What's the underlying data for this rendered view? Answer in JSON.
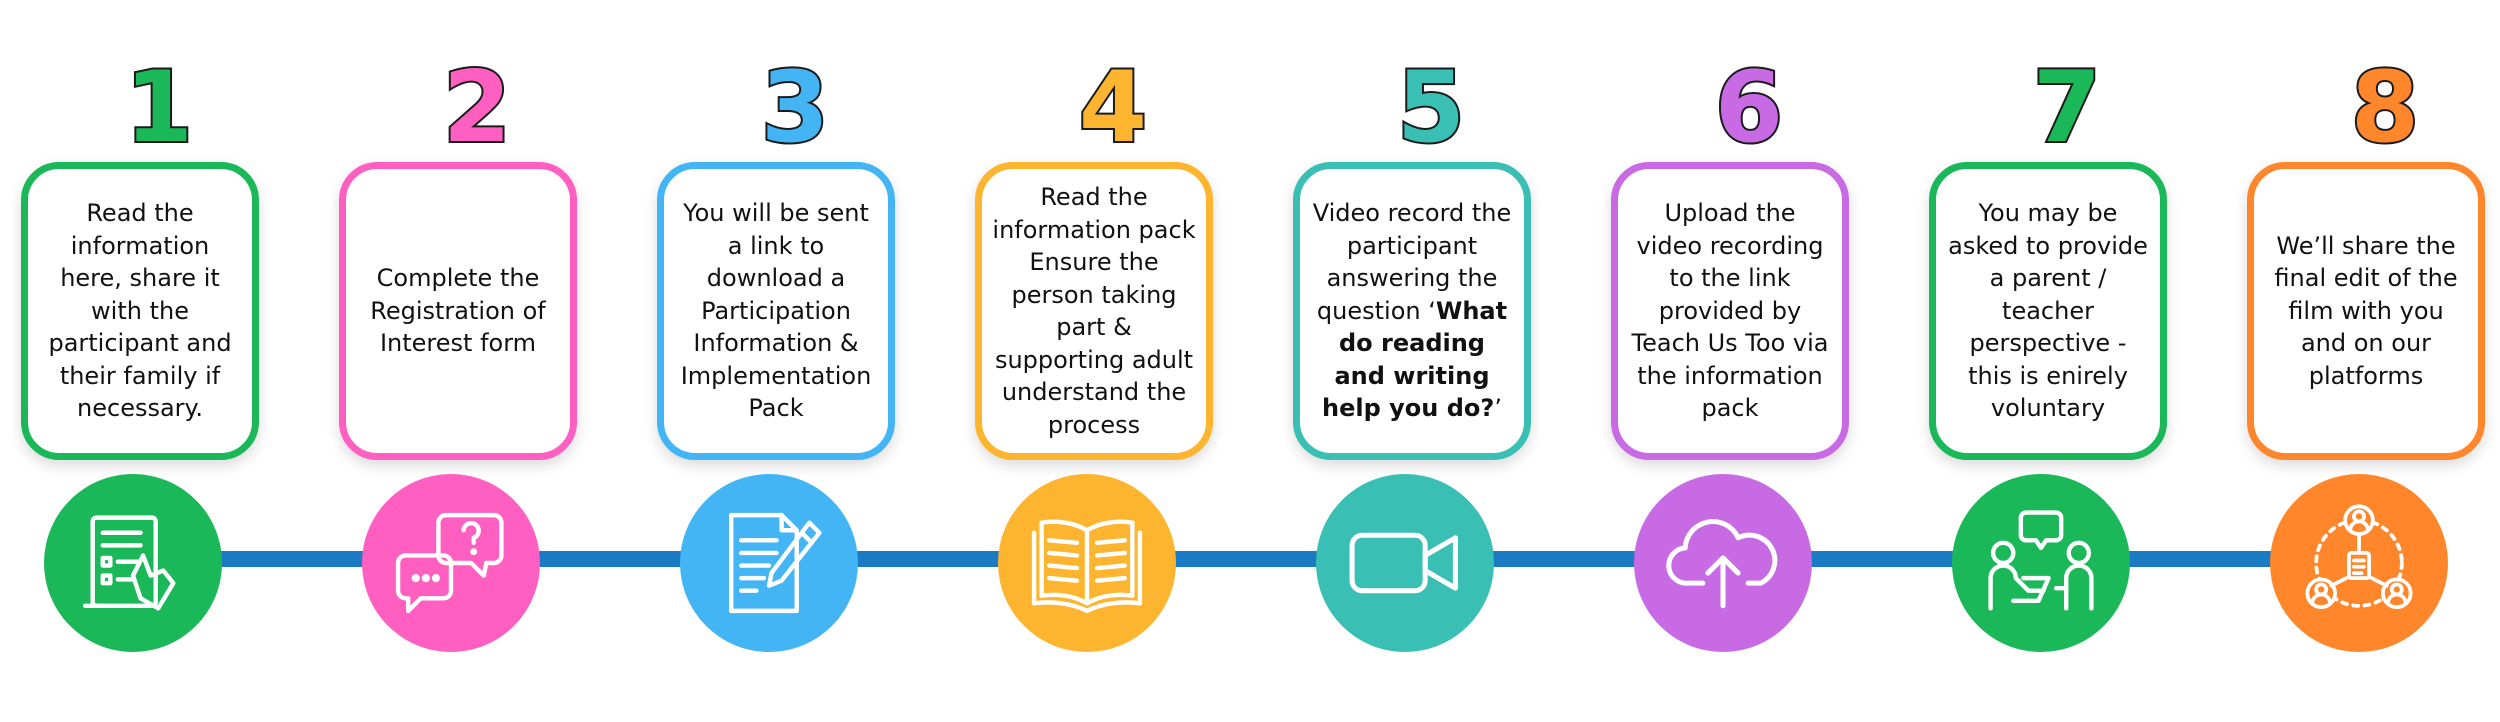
{
  "steps": [
    {
      "number": "1",
      "color": "#1ab859",
      "icon": "form-hand-icon",
      "text": "Read the information here, share it with the participant and their family if necessary."
    },
    {
      "number": "2",
      "color": "#ff5fc1",
      "icon": "chat-question-icon",
      "text": "Complete the Registration of Interest form"
    },
    {
      "number": "3",
      "color": "#43b5f5",
      "icon": "document-pen-icon",
      "text": "You will be sent a link to download a Participation Information & Implementation Pack"
    },
    {
      "number": "4",
      "color": "#fdb52f",
      "icon": "open-book-icon",
      "text": "Read the information pack Ensure the person taking part  & supporting adult understand the process"
    },
    {
      "number": "5",
      "color": "#39bfb3",
      "icon": "video-camera-icon",
      "text_before": "Video record the participant answering the question ‘",
      "text_bold": "What do reading and writing help you do?",
      "text_after": "’"
    },
    {
      "number": "6",
      "color": "#c86ae4",
      "icon": "cloud-upload-icon",
      "text": "Upload the video recording to the link provided by Teach Us Too via the information pack"
    },
    {
      "number": "7",
      "color": "#1ab859",
      "icon": "conversation-people-icon",
      "text": "You may be asked to provide a parent / teacher perspective - this is enirely voluntary"
    },
    {
      "number": "8",
      "color": "#ff862b",
      "icon": "share-network-icon",
      "text": "We’ll share the final edit of the film with you and on our platforms"
    }
  ],
  "connector_color": "#1a7ac4"
}
